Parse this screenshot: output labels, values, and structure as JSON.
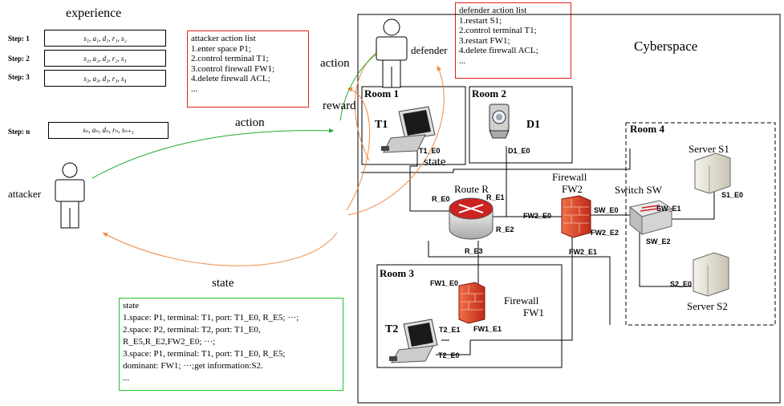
{
  "experience": {
    "title": "experience",
    "steps": [
      {
        "label": "Step: 1",
        "tuple": "s₁, a₁, d₁, r₁, s₂"
      },
      {
        "label": "Step: 2",
        "tuple": "s₂, a₂, d₂, r₂, s₃"
      },
      {
        "label": "Step: 3",
        "tuple": "s₃, a₃, d₃, r₃, s₄"
      }
    ],
    "step_n": {
      "label": "Step: n",
      "tuple": "sₙ, aₙ, dₙ, rₙ, sₙ₊₁"
    }
  },
  "attacker_list": {
    "title": "attacker action list",
    "items": [
      "1.enter space P1;",
      "2.control terminal T1;",
      "3.control firewall FW1;",
      "4.delete firewall ACL;",
      "..."
    ],
    "border_color": "#e02020"
  },
  "defender_list": {
    "title": "defender action list",
    "items": [
      "1.restart S1;",
      "2.control terminal T1;",
      "3.restart FW1;",
      "4.delete firewall ACL;",
      "..."
    ],
    "border_color": "#e02020"
  },
  "state_box": {
    "title": "state",
    "lines": [
      "1.space: P1, terminal: T1, port: T1_E0, R_E5; ···;",
      "2.space: P2, terminal: T2, port: T1_E0,",
      "R_E5,R_E2,FW2_E0; ···;",
      "3.space: P1, terminal: T1, port: T1_E0, R_E5;",
      "dominant: FW1; ···;get information:S2.",
      "..."
    ],
    "border_color": "#22c822"
  },
  "actors": {
    "attacker": "attacker",
    "defender": "defender"
  },
  "flow_labels": {
    "action_attacker": "action",
    "state_attacker": "state",
    "action_defender": "action",
    "reward": "reward",
    "state_defender": "state"
  },
  "cyberspace": "Cyberspace",
  "rooms": {
    "room1": "Room 1",
    "room2": "Room 2",
    "room3": "Room 3",
    "room4": "Room 4"
  },
  "devices": {
    "t1": "T1",
    "t2": "T2",
    "d1": "D1",
    "route": "Route R",
    "firewall2_a": "Firewall",
    "firewall2_b": "FW2",
    "firewall1_a": "Firewall",
    "firewall1_b": "FW1",
    "switch": "Switch SW",
    "server1": "Server S1",
    "server2": "Server S2"
  },
  "ports": {
    "t1_e0": "T1_E0",
    "d1_e0": "D1_E0",
    "r_e0": "R_E0",
    "r_e1": "R_E1",
    "r_e2": "R_E2",
    "r_e3": "R_E3",
    "fw2_e0": "FW2_E0",
    "fw2_e1": "FW2_E1",
    "fw2_e2": "FW2_E2",
    "sw_e0": "SW_E0",
    "sw_e1": "SW_E1",
    "sw_e2": "SW_E2",
    "s1_e0": "S1_E0",
    "s2_e0": "S2_E0",
    "fw1_e0": "FW1_E0",
    "fw1_e1": "FW1_E1",
    "t2_e1": "T2_E1",
    "t2_e0": "T2_E0"
  },
  "colors": {
    "green_arrow": "#22aa33",
    "orange_arrow": "#f08a40",
    "firewall": "#e0442a",
    "router": "#cc2222"
  }
}
